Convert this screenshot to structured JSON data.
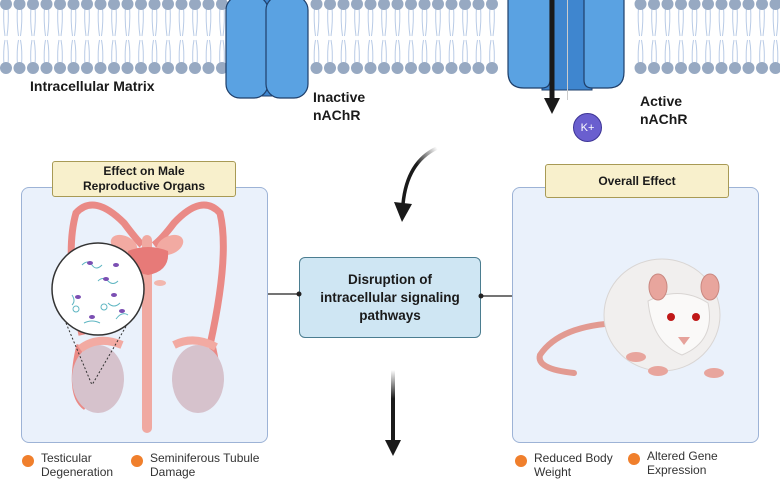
{
  "membrane": {
    "region_label": "Intracellular Matrix",
    "colors": {
      "head": "#97a9c2",
      "tail": "#b9cbe6",
      "channel": "#5aa2e2",
      "channel_dark": "#3f86cf"
    }
  },
  "channels": [
    {
      "id": "inactive",
      "label_line1": "Inactive",
      "label_line2": "nAChR"
    },
    {
      "id": "active",
      "label_line1": "Active",
      "label_line2": "nAChR",
      "ion": "K+"
    }
  ],
  "center": {
    "text_line1": "Disruption of",
    "text_line2": "intracellular signaling",
    "text_line3": "pathways"
  },
  "left_panel": {
    "title_line1": "Effect on Male",
    "title_line2": "Reproductive Organs",
    "illustration": "male-reproductive-system",
    "bullets": [
      {
        "label": "Testicular Degeneration"
      },
      {
        "label": "Seminiferous Tubule Damage"
      }
    ]
  },
  "right_panel": {
    "title": "Overall Effect",
    "illustration": "albino-rat",
    "bullets": [
      {
        "label": "Reduced Body Weight"
      },
      {
        "label": "Altered Gene Expression"
      }
    ]
  },
  "colors": {
    "bullet": "#f07f2c",
    "panel_bg": "#eaf1fb",
    "panel_border": "#9db3d6",
    "title_bg": "#f8f0cc",
    "center_bg": "#cfe6f3",
    "ion": "#6a5fcf"
  }
}
